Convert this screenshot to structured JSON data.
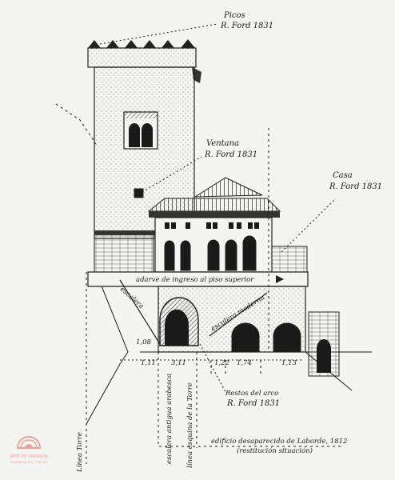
{
  "labels": {
    "picos": "Picos",
    "picos_credit": "R. Ford 1831",
    "ventana": "Ventana",
    "ventana_credit": "R. Ford 1831",
    "casa": "Casa",
    "casa_credit": "R. Ford 1831",
    "adarve": "adarve de ingreso al piso superior",
    "escalera_left": "escalera",
    "escalera_right": "escalera moderna",
    "restos": "Restos del arco",
    "restos_credit": "R. Ford 1831",
    "edificio": "edificio desaparecido de Laborde, 1812",
    "restitucion": "(restitución situación)",
    "linea_torre": "Línea Torre",
    "escalera_antigua": "escalera antigua arabesca",
    "linea_esquina": "línea esquina de la Torre"
  },
  "measurements": {
    "m1": "1,11",
    "m2": "3,11",
    "m3": "1,22",
    "m4": "1,74",
    "m5": "1,13",
    "m6": "1,08"
  },
  "stamp": {
    "line1": "ARTE EN GRANADA",
    "line2": "COMUNICACIÓN · CENTRO"
  },
  "colors": {
    "ink": "#1a1a1a",
    "paper": "#f4f4f2",
    "stamp": "#e8a49a"
  }
}
